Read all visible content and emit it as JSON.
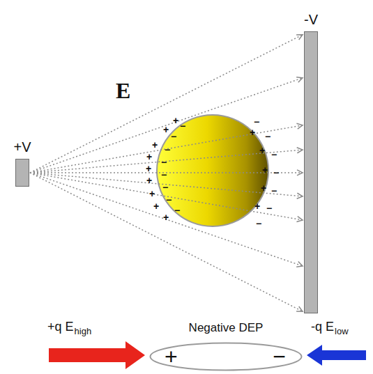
{
  "diagram": {
    "nodes": [
      {
        "text": [
          "+V"
        ]
      },
      {
        "text": [
          "-V"
        ]
      },
      {
        "text": [
          "+",
          "−"
        ]
      }
    ],
    "edges": [
      {
        "from": 0,
        "to": 1,
        "arrow": "to"
      },
      {
        "from": 0,
        "to": 1,
        "arrow": "to"
      },
      {
        "from": 0,
        "to": 1,
        "arrow": "to"
      },
      {
        "from": 0,
        "to": 1,
        "arrow": "to"
      },
      {
        "from": 0,
        "to": 1,
        "arrow": "to"
      },
      {
        "from": 0,
        "to": 1,
        "arrow": "to"
      },
      {
        "from": 0,
        "to": 1,
        "arrow": "to"
      },
      {
        "from": 0,
        "to": 1,
        "arrow": "to"
      },
      {
        "from": 0,
        "to": 1,
        "arrow": "to"
      }
    ],
    "labels": [
      "E",
      "+q E",
      "high",
      "Negative DEP",
      "-q E",
      "low",
      "+",
      "+",
      "+",
      "+",
      "+",
      "+",
      "+",
      "+",
      "+",
      "−",
      "−",
      "−",
      "−",
      "−",
      "−",
      "−",
      "−",
      "−",
      "−",
      "−",
      "−",
      "−",
      "−",
      "−",
      "+",
      "+",
      "+",
      "+",
      "+"
    ]
  }
}
